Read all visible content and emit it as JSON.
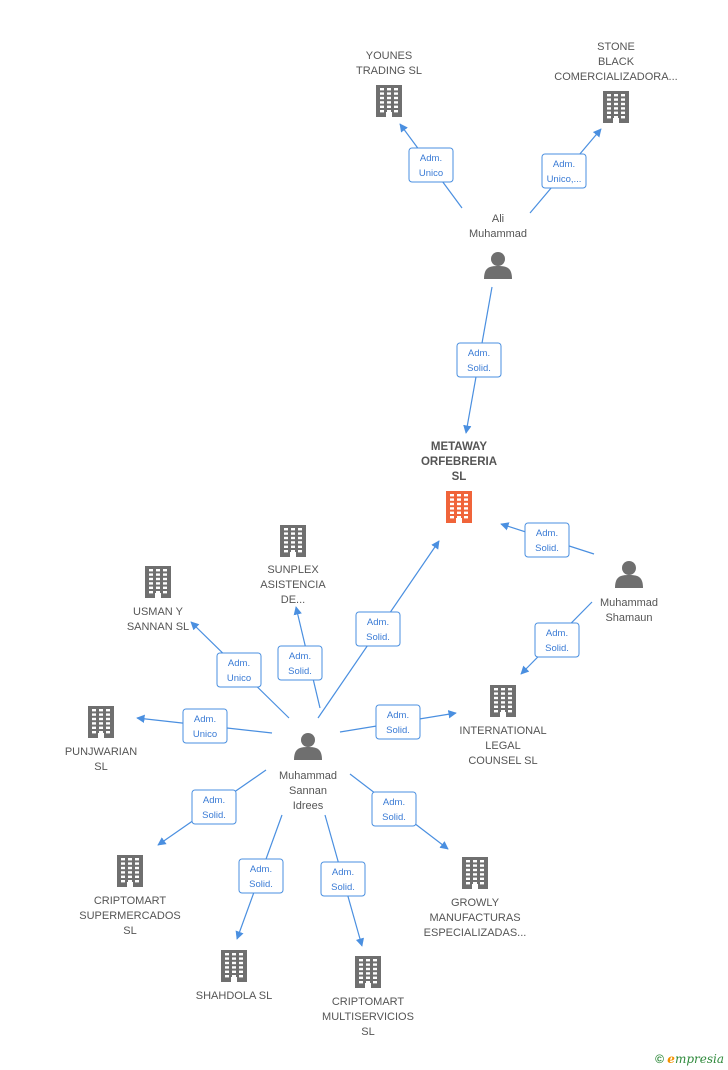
{
  "nodes": [
    {
      "id": "metaway",
      "type": "company",
      "focus": true,
      "lines": [
        "METAWAY",
        "ORFEBRERIA",
        "SL"
      ]
    },
    {
      "id": "younes",
      "type": "company",
      "lines": [
        "YOUNES",
        "TRADING  SL"
      ]
    },
    {
      "id": "stone",
      "type": "company",
      "lines": [
        "STONE",
        "BLACK",
        "COMERCIALIZADORA..."
      ]
    },
    {
      "id": "ali",
      "type": "person",
      "lines": [
        "Ali",
        "Muhammad"
      ]
    },
    {
      "id": "shamaun",
      "type": "person",
      "lines": [
        "Muhammad",
        "Shamaun"
      ]
    },
    {
      "id": "sannan",
      "type": "person",
      "lines": [
        "Muhammad",
        "Sannan",
        "Idrees"
      ]
    },
    {
      "id": "sunplex",
      "type": "company",
      "lines": [
        "SUNPLEX",
        "ASISTENCIA",
        "DE..."
      ]
    },
    {
      "id": "usman",
      "type": "company",
      "lines": [
        "USMAN Y",
        "SANNAN  SL"
      ]
    },
    {
      "id": "punjwarian",
      "type": "company",
      "lines": [
        "PUNJWARIAN",
        "SL"
      ]
    },
    {
      "id": "international",
      "type": "company",
      "lines": [
        "INTERNATIONAL",
        "LEGAL",
        "COUNSEL  SL"
      ]
    },
    {
      "id": "cripto_super",
      "type": "company",
      "lines": [
        "CRIPTOMART",
        "SUPERMERCADOS",
        "SL"
      ]
    },
    {
      "id": "shahdola",
      "type": "company",
      "lines": [
        "SHAHDOLA  SL"
      ]
    },
    {
      "id": "cripto_multi",
      "type": "company",
      "lines": [
        "CRIPTOMART",
        "MULTISERVICIOS",
        "SL"
      ]
    },
    {
      "id": "growly",
      "type": "company",
      "lines": [
        "GROWLY",
        "MANUFACTURAS",
        "ESPECIALIZADAS..."
      ]
    }
  ],
  "edges": [
    {
      "from": "ali",
      "to": "younes",
      "label": [
        "Adm.",
        "Unico"
      ]
    },
    {
      "from": "ali",
      "to": "stone",
      "label": [
        "Adm.",
        "Unico,..."
      ]
    },
    {
      "from": "ali",
      "to": "metaway",
      "label": [
        "Adm.",
        "Solid."
      ]
    },
    {
      "from": "shamaun",
      "to": "metaway",
      "label": [
        "Adm.",
        "Solid."
      ]
    },
    {
      "from": "shamaun",
      "to": "international",
      "label": [
        "Adm.",
        "Solid."
      ]
    },
    {
      "from": "sannan",
      "to": "metaway",
      "label": [
        "Adm.",
        "Solid."
      ]
    },
    {
      "from": "sannan",
      "to": "sunplex",
      "label": [
        "Adm.",
        "Solid."
      ]
    },
    {
      "from": "sannan",
      "to": "usman",
      "label": [
        "Adm.",
        "Unico"
      ]
    },
    {
      "from": "sannan",
      "to": "punjwarian",
      "label": [
        "Adm.",
        "Unico"
      ]
    },
    {
      "from": "sannan",
      "to": "international",
      "label": [
        "Adm.",
        "Solid."
      ]
    },
    {
      "from": "sannan",
      "to": "cripto_super",
      "label": [
        "Adm.",
        "Solid."
      ]
    },
    {
      "from": "sannan",
      "to": "shahdola",
      "label": [
        "Adm.",
        "Solid."
      ]
    },
    {
      "from": "sannan",
      "to": "cripto_multi",
      "label": [
        "Adm.",
        "Solid."
      ]
    },
    {
      "from": "sannan",
      "to": "growly",
      "label": [
        "Adm.",
        "Solid."
      ]
    }
  ],
  "footer": {
    "copyright": "©",
    "brand_initial": "e",
    "brand_rest": "mpresia"
  }
}
